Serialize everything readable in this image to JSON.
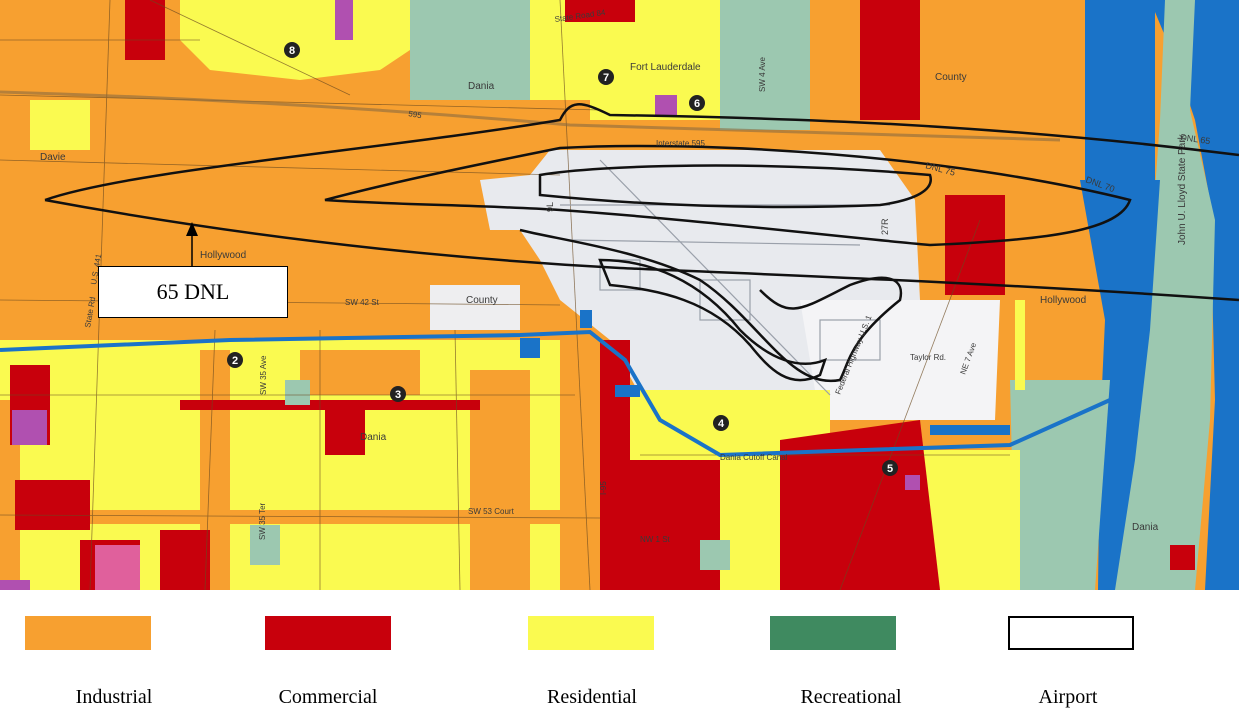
{
  "map": {
    "callout_label": "65 DNL",
    "contour_labels": {
      "dnl65": "DNL 65",
      "dnl70": "DNL 70",
      "dnl75": "DNL 75"
    },
    "runway_labels": [
      "27R",
      "9L"
    ],
    "place_labels": {
      "davie": "Davie",
      "hollywood_west": "Hollywood",
      "hollywood_east": "Hollywood",
      "dania_north": "Dania",
      "dania_mid": "Dania",
      "dania_south": "Dania",
      "fort_lauderdale": "Fort Lauderdale",
      "county_north": "County",
      "county_mid": "County",
      "state_park": "John U. Lloyd State Park"
    },
    "road_labels": {
      "i595": "Interstate 595",
      "i595_short": "595",
      "sw42": "SW 42 St",
      "sw53": "SW 53 Court",
      "sw35ave": "SW 35 Ave",
      "sw35ter": "SW 35 Ter",
      "us441": "U.S. 441",
      "state_rd": "State Rd",
      "sw4ave": "SW 4 Ave",
      "taylor": "Taylor Rd.",
      "ne7": "NE 7 Ave",
      "federal_hwy": "Federal Highway U.S. 1",
      "i95": "I-95",
      "nw1": "NW 1 St",
      "canal": "Dania Cutoff Canal",
      "state_rd84": "State Road 84"
    },
    "markers": [
      "2",
      "3",
      "4",
      "5",
      "6",
      "7",
      "8"
    ]
  },
  "legend": [
    {
      "label": "Industrial",
      "color": "#f7a030",
      "outlined": false
    },
    {
      "label": "Commercial",
      "color": "#c8000c",
      "outlined": false
    },
    {
      "label": "Residential",
      "color": "#fafa50",
      "outlined": false
    },
    {
      "label": "Recreational",
      "color": "#3f8a60",
      "outlined": false
    },
    {
      "label": "Airport",
      "color": "#ffffff",
      "outlined": true
    }
  ],
  "colors": {
    "industrial": "#f7a030",
    "commercial": "#c8000c",
    "residential": "#fafa50",
    "recreational_map": "#9cc8b0",
    "water": "#1a73c8",
    "airport": "#e8eaee",
    "pink": "#e0609c",
    "purple": "#b050b0"
  }
}
